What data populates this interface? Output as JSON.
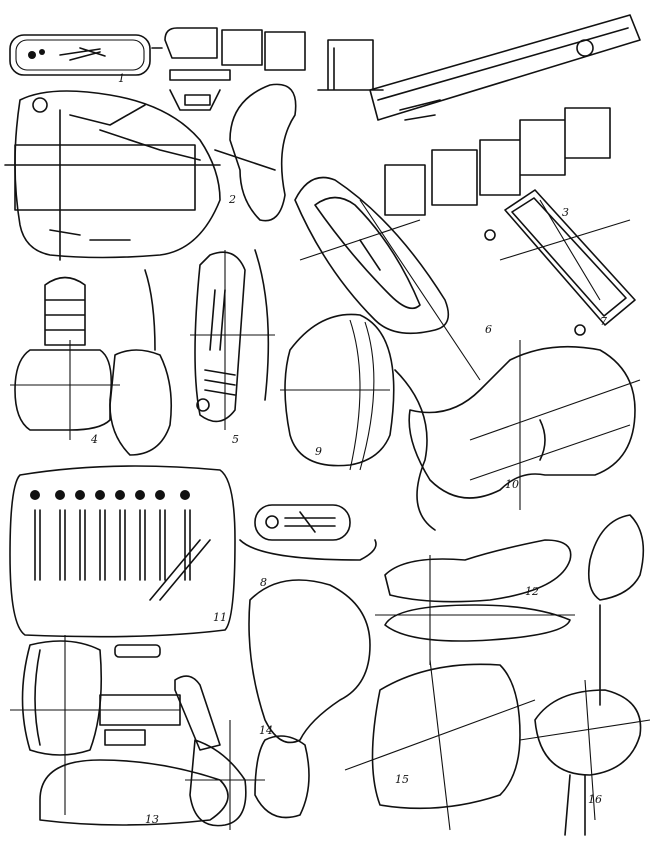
{
  "figure": {
    "ink_color": "#111111",
    "background": "#ffffff",
    "labels": [
      "1",
      "2",
      "3",
      "4",
      "5",
      "6",
      "7",
      "8",
      "9",
      "10",
      "11",
      "12",
      "13",
      "14",
      "15",
      "16"
    ]
  }
}
